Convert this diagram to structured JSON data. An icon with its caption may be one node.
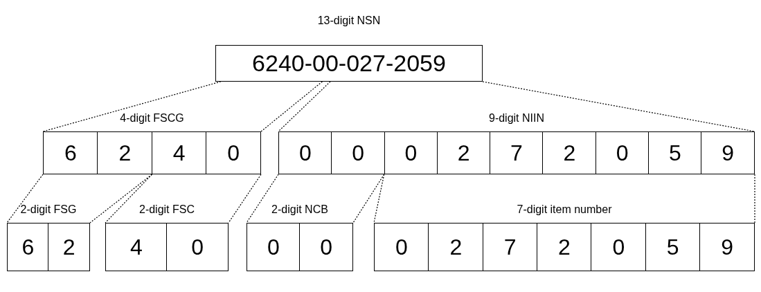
{
  "diagram": {
    "nodes": [
      {
        "text": [
          "13-digit NSN",
          "6240-00-027-2059"
        ]
      },
      {
        "text": [
          "4-digit FSCG"
        ]
      },
      {
        "text": [
          "6"
        ],
        "in": 1
      },
      {
        "text": [
          "2"
        ],
        "in": 1
      },
      {
        "text": [
          "4"
        ],
        "in": 1
      },
      {
        "text": [
          "0"
        ],
        "in": 1
      },
      {
        "text": [
          "9-digit NIIN"
        ]
      },
      {
        "text": [
          "0"
        ],
        "in": 6
      },
      {
        "text": [
          "0"
        ],
        "in": 6
      },
      {
        "text": [
          "0"
        ],
        "in": 6
      },
      {
        "text": [
          "2"
        ],
        "in": 6
      },
      {
        "text": [
          "7"
        ],
        "in": 6
      },
      {
        "text": [
          "2"
        ],
        "in": 6
      },
      {
        "text": [
          "0"
        ],
        "in": 6
      },
      {
        "text": [
          "5"
        ],
        "in": 6
      },
      {
        "text": [
          "9"
        ],
        "in": 6
      },
      {
        "text": [
          "2-digit FSG"
        ]
      },
      {
        "text": [
          "6"
        ],
        "in": 16
      },
      {
        "text": [
          "2"
        ],
        "in": 16
      },
      {
        "text": [
          "2-digit FSC"
        ]
      },
      {
        "text": [
          "4"
        ],
        "in": 19
      },
      {
        "text": [
          "0"
        ],
        "in": 19
      },
      {
        "text": [
          "2-digit NCB"
        ]
      },
      {
        "text": [
          "0"
        ],
        "in": 22
      },
      {
        "text": [
          "0"
        ],
        "in": 22
      },
      {
        "text": [
          "7-digit item number"
        ]
      },
      {
        "text": [
          "0"
        ],
        "in": 25
      },
      {
        "text": [
          "2"
        ],
        "in": 25
      },
      {
        "text": [
          "7"
        ],
        "in": 25
      },
      {
        "text": [
          "2"
        ],
        "in": 25
      },
      {
        "text": [
          "0"
        ],
        "in": 25
      },
      {
        "text": [
          "5"
        ],
        "in": 25
      },
      {
        "text": [
          "9"
        ],
        "in": 25
      }
    ],
    "edges": [
      {
        "from": 0,
        "to": 1,
        "arrow": "none",
        "style": "dashed"
      },
      {
        "from": 0,
        "to": 1,
        "arrow": "none",
        "style": "dashed"
      },
      {
        "from": 0,
        "to": 6,
        "arrow": "none",
        "style": "dashed"
      },
      {
        "from": 0,
        "to": 6,
        "arrow": "none",
        "style": "dashed"
      },
      {
        "from": 1,
        "to": 16,
        "arrow": "none",
        "style": "dashed"
      },
      {
        "from": 1,
        "to": 16,
        "arrow": "none",
        "style": "dashed"
      },
      {
        "from": 1,
        "to": 19,
        "arrow": "none",
        "style": "dashed"
      },
      {
        "from": 1,
        "to": 19,
        "arrow": "none",
        "style": "dashed"
      },
      {
        "from": 6,
        "to": 22,
        "arrow": "none",
        "style": "dashed"
      },
      {
        "from": 6,
        "to": 22,
        "arrow": "none",
        "style": "dashed"
      },
      {
        "from": 6,
        "to": 25,
        "arrow": "none",
        "style": "dashed"
      },
      {
        "from": 6,
        "to": 25,
        "arrow": "none",
        "style": "dashed"
      }
    ]
  }
}
